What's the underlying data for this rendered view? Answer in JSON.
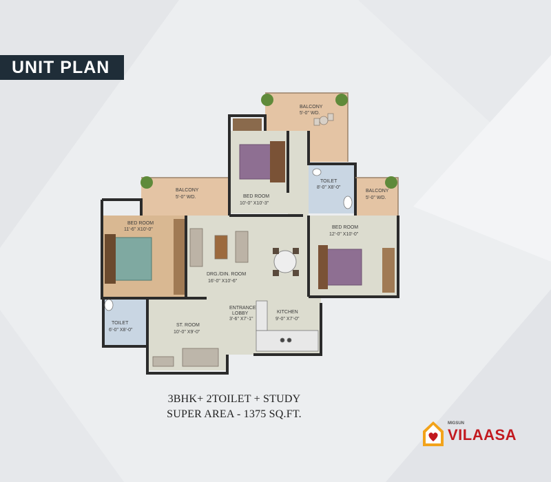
{
  "header": {
    "title": "UNIT PLAN"
  },
  "rooms": {
    "balcony_top": {
      "name": "BALCONY",
      "size": "5'-0\" WD."
    },
    "bedroom_top": {
      "name": "BED ROOM",
      "size": "10'-0\" X10'-3\""
    },
    "toilet_top": {
      "name": "TOILET",
      "size": "8'-0\" X8'-0\""
    },
    "balcony_left": {
      "name": "BALCONY",
      "size": "5'-0\" WD."
    },
    "balcony_right": {
      "name": "BALCONY",
      "size": "5'-0\" WD."
    },
    "bedroom_left": {
      "name": "BED ROOM",
      "size": "11'-6\" X10'-0\""
    },
    "bedroom_right": {
      "name": "BED ROOM",
      "size": "12'-0\" X10'-0\""
    },
    "drawing_dining": {
      "name": "DRG./DIN. ROOM",
      "size": "16'-0\" X10'-6\""
    },
    "entrance_lobby": {
      "name": "ENTRANCE",
      "name2": "LOBBY",
      "size": "3'-6\" X7'-1\""
    },
    "kitchen": {
      "name": "KITCHEN",
      "size": "9'-0\" X7'-0\""
    },
    "toilet_left": {
      "name": "TOILET",
      "size": "6'-0\" X8'-0\""
    },
    "study": {
      "name": "ST. ROOM",
      "size": "10'-0\" X9'-0\""
    }
  },
  "caption": {
    "line1": "3BHK+ 2TOILET + STUDY",
    "line2": "SUPER AREA - 1375 SQ.FT."
  },
  "logo": {
    "small": "MIGSUN",
    "brand": "VILAASA",
    "icon": "house-heart-icon"
  },
  "colors": {
    "banner": "#1f2d38",
    "wall": "#2b2b2b",
    "wood_floor": "#d9b892",
    "tile_floor": "#dcdccf",
    "toilet_floor": "#c9d6e3",
    "balcony_floor": "#e4c4a4",
    "brand_red": "#c2191f"
  }
}
